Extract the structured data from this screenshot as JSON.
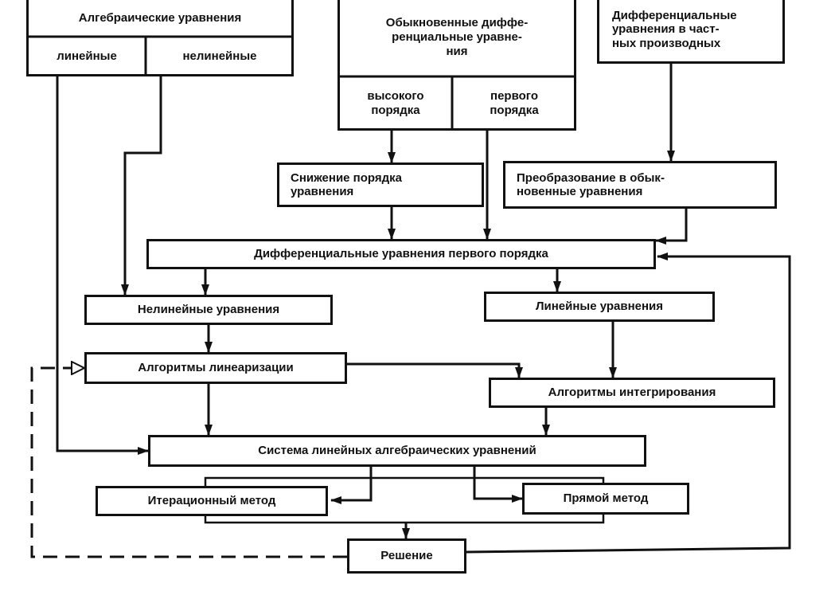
{
  "blocks": {
    "algebraic": {
      "title": "Алгебраические уравнения",
      "linear": "линейные",
      "nonlinear": "нелинейные"
    },
    "ode": {
      "title": "Обыкновенные диффе-\nренциальные уравне-\nния",
      "high_order": "высокого\nпорядка",
      "first_order": "первого\nпорядка"
    },
    "pde": {
      "title": "Дифференциальные\nуравнения в част-\nных производных"
    },
    "order_reduction": "Снижение порядка\nуравнения",
    "transform_to_ode": "Преобразование в обык-\nновенные уравнения",
    "first_order_de": "Дифференциальные уравнения первого порядка",
    "nonlinear_eq": "Нелинейные уравнения",
    "linear_eq": "Линейные уравнения",
    "linearization_alg": "Алгоритмы линеаризации",
    "integration_alg": "Алгоритмы интегрирования",
    "linear_system": "Система линейных алгебраических уравнений",
    "iterative_method": "Итерационный метод",
    "direct_method": "Прямой метод",
    "solution": "Решение"
  }
}
